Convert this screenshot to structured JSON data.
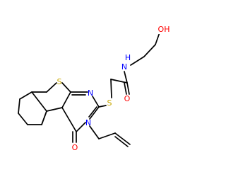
{
  "structure": {
    "atoms": [
      {
        "symbol": "OH",
        "color": "#ff0000"
      },
      {
        "symbol": "N",
        "color": "#0000ff"
      },
      {
        "symbol": "H",
        "color": "#0000ff"
      },
      {
        "symbol": "O",
        "color": "#ff0000"
      },
      {
        "symbol": "S",
        "color": "#c8a800"
      },
      {
        "symbol": "S",
        "color": "#c8a800"
      },
      {
        "symbol": "N",
        "color": "#0000ff"
      },
      {
        "symbol": "N",
        "color": "#0000ff"
      },
      {
        "symbol": "O",
        "color": "#ff0000"
      }
    ]
  }
}
